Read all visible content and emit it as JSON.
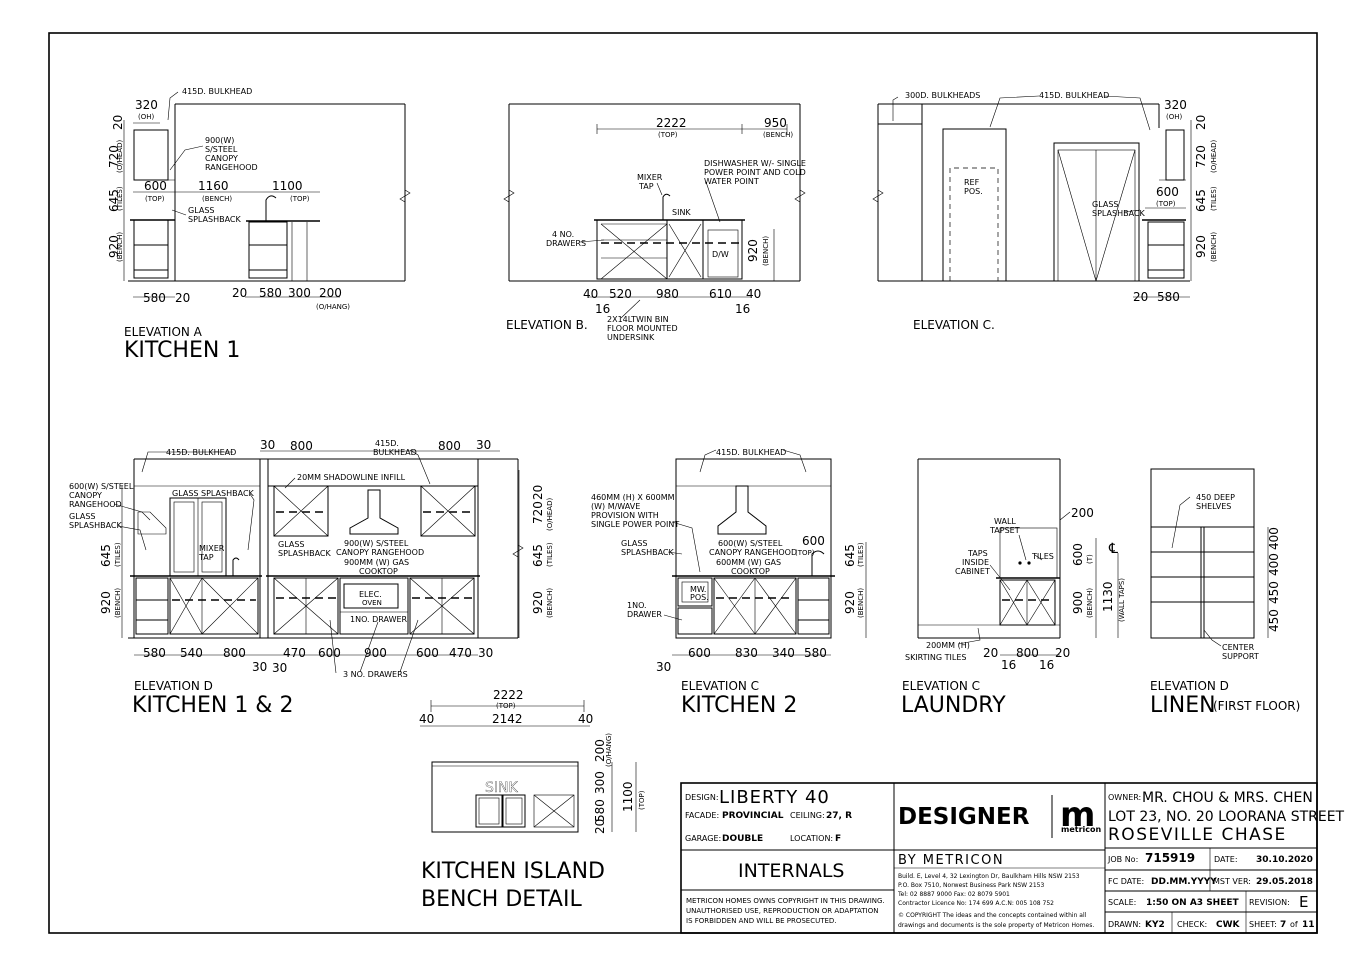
{
  "elev_a": {
    "sub": "ELEVATION A",
    "title": "KITCHEN 1",
    "dims": {
      "d320": "320",
      "oh": "(OH)",
      "d600": "600",
      "top": "(TOP)",
      "d1160": "1160",
      "bench": "(BENCH)",
      "d1100": "1100",
      "top2": "(TOP)",
      "v20": "20",
      "v720": "720",
      "vhead": "(O/HEAD)",
      "v645": "645",
      "vtiles": "(TILES)",
      "v920": "920",
      "vbench": "(BENCH)",
      "b580": "580",
      "b20a": "20",
      "b20b": "20",
      "b580b": "580",
      "b300": "300",
      "b200": "200",
      "ohang": "(O/HANG)"
    },
    "notes": {
      "bulkhead": "415D. BULKHEAD",
      "rh1": "900(W)",
      "rh2": "S/STEEL",
      "rh3": "CANOPY",
      "rh4": "RANGEHOOD",
      "gs1": "GLASS",
      "gs2": "SPLASHBACK"
    }
  },
  "elev_b": {
    "title": "ELEVATION B.",
    "dims": {
      "d2222": "2222",
      "top": "(TOP)",
      "d950": "950",
      "bench": "(BENCH)",
      "v920": "920",
      "vbench": "(BENCH)",
      "b40a": "40",
      "b520": "520",
      "b980": "980",
      "b610": "610",
      "b40b": "40",
      "b16a": "16",
      "b16b": "16"
    },
    "notes": {
      "mixer1": "MIXER",
      "mixer2": "TAP",
      "sink": "SINK",
      "dw1": "DISHWASHER W/- SINGLE",
      "dw2": "POWER POINT AND COLD",
      "dw3": "WATER POINT",
      "dr1": "4 NO.",
      "dr2": "DRAWERS",
      "dw": "D/W",
      "bin1": "2X14LTWIN BIN",
      "bin2": "FLOOR MOUNTED",
      "bin3": "UNDERSINK"
    }
  },
  "elev_c": {
    "title": "ELEVATION C.",
    "dims": {
      "d320": "320",
      "oh": "(OH)",
      "v20": "20",
      "v720": "720",
      "vhead": "(O/HEAD)",
      "d600": "600",
      "top": "(TOP)",
      "v645": "645",
      "vtiles": "(TILES)",
      "v920": "920",
      "vbench": "(BENCH)",
      "b20": "20",
      "b580": "580"
    },
    "notes": {
      "bulk300": "300D. BULKHEADS",
      "bulk415": "415D. BULKHEAD",
      "ref1": "REF",
      "ref2": "POS.",
      "gs1": "GLASS",
      "gs2": "SPLASHBACK"
    }
  },
  "elev_d": {
    "sub": "ELEVATION D",
    "title": "KITCHEN 1 & 2",
    "dims": {
      "t30a": "30",
      "t800a": "800",
      "t800b": "800",
      "t30b": "30",
      "v20": "20",
      "v720": "720",
      "vhead": "(O/HEAD)",
      "v645": "645",
      "vtiles": "(TILES)",
      "v920": "920",
      "vbench": "(BENCH)",
      "lv645": "645",
      "ltiles": "(TILES)",
      "lv920": "920",
      "lbench": "(BENCH)",
      "b580": "580",
      "b540": "540",
      "b800": "800",
      "b30a": "30",
      "b30b": "30",
      "b470a": "470",
      "b600a": "600",
      "b900": "900",
      "b600b": "600",
      "b470b": "470",
      "b30c": "30"
    },
    "notes": {
      "bulk1": "415D. BULKHEAD",
      "bulk2a": "415D.",
      "bulk2b": "BULKHEAD",
      "infill": "20MM SHADOWLINE INFILL",
      "gsb": "GLASS SPLASHBACK",
      "rh1": "600(W) S/STEEL",
      "rh2": "CANOPY",
      "rh3": "RANGEHOOD",
      "gl1": "GLASS",
      "gl2": "SPLASHBACK",
      "mix1": "MIXER",
      "mix2": "TAP",
      "gsr1": "GLASS",
      "gsr2": "SPLASHBACK",
      "crh1": "900(W) S/STEEL",
      "crh2": "CANOPY RANGEHOOD",
      "ck1": "900MM (W) GAS",
      "ck2": "COOKTOP",
      "oven1": "ELEC.",
      "oven2": "OVEN",
      "drawer": "1NO. DRAWER",
      "drawers3": "3 NO. DRAWERS"
    }
  },
  "elev_c2": {
    "sub": "ELEVATION C",
    "title": "KITCHEN 2",
    "dims": {
      "v645": "645",
      "vtiles": "(TILES)",
      "v920": "920",
      "vbench": "(BENCH)",
      "d600": "600",
      "top": "(TOP)",
      "b30": "30",
      "b600": "600",
      "b830": "830",
      "b340": "340",
      "b580": "580"
    },
    "notes": {
      "bulk": "415D. BULKHEAD",
      "mw1": "460MM (H) X 600MM",
      "mw2": "(W) M/WAVE",
      "mw3": "PROVISION WITH",
      "mw4": "SINGLE POWER POINT",
      "gs1": "GLASS",
      "gs2": "SPLASHBACK",
      "rh1": "600(W) S/STEEL",
      "rh2": "CANOPY RANGEHOOD",
      "ck1": "600MM (W) GAS",
      "ck2": "COOKTOP",
      "mwpos1": "MW.",
      "mwpos2": "POS.",
      "dr1": "1NO.",
      "dr2": "DRAWER"
    }
  },
  "laundry": {
    "sub": "ELEVATION C",
    "title": "LAUNDRY",
    "dims": {
      "d200": "200",
      "v600": "600",
      "vt": "(T)",
      "v900": "900",
      "vbench": "(BENCH)",
      "v1130": "1130",
      "vwall": "(WALL TAPS)",
      "b20a": "20",
      "b800": "800",
      "b20b": "20",
      "b16a": "16",
      "b16b": "16"
    },
    "notes": {
      "wall1": "WALL",
      "wall2": "TAPSET",
      "taps1": "TAPS",
      "taps2": "INSIDE",
      "taps3": "CABINET",
      "tiles": "TILES",
      "sk1": "200MM (H)",
      "sk2": "SKIRTING TILES"
    }
  },
  "linen": {
    "sub": "ELEVATION D",
    "title": "LINEN",
    "title_sfx": "(FIRST FLOOR)",
    "dims": {
      "v400a": "400",
      "v400b": "400",
      "v450a": "450",
      "v450b": "450"
    },
    "notes": {
      "sh1": "450 DEEP",
      "sh2": "SHELVES",
      "cs1": "CENTER",
      "cs2": "SUPPORT"
    }
  },
  "island": {
    "title1": "KITCHEN ISLAND",
    "title2": "BENCH DETAIL",
    "dims": {
      "d2222": "2222",
      "top": "(TOP)",
      "d40a": "40",
      "d2142": "2142",
      "d40b": "40",
      "v200": "200",
      "vohang": "(O/HANG)",
      "v300": "300",
      "v580": "580",
      "v20": "20",
      "v1100": "1100",
      "vtop": "(TOP)"
    },
    "sink": "SINK"
  },
  "title_block": {
    "design_lbl": "DESIGN:",
    "design_val": "LIBERTY 40",
    "facade_lbl": "FACADE:",
    "facade_val": "PROVINCIAL",
    "ceiling_lbl": "CEILING:",
    "ceiling_val": "27, R",
    "garage_lbl": "GARAGE:",
    "garage_val": "DOUBLE",
    "location_lbl": "LOCATION:",
    "location_val": "F",
    "internals": "INTERNALS",
    "copy1": "METRICON HOMES OWNS COPYRIGHT IN THIS DRAWING.",
    "copy2": "UNAUTHORISED USE, REPRODUCTION OR ADAPTATION",
    "copy3": "IS FORBIDDEN AND WILL BE PROSECUTED.",
    "designer": "DESIGNER",
    "logo_m": "m",
    "logo_word": "metricon",
    "by": "BY METRICON",
    "addr1": "Build. E, Level 4, 32 Lexington Dr, Baulkham Hills NSW 2153",
    "addr2": "P.O. Box 7510, Norwest Business Park NSW 2153",
    "addr3": "Tel: 02 8887 9000     Fax: 02 8079 5901",
    "addr4": "Contractor Licence No: 174 699 A.C.N: 005 108 752",
    "addr5": "© COPYRIGHT The ideas and the concepts contained within all",
    "addr6": "drawings and documents is the sole property of Metricon Homes.",
    "owner_lbl": "OWNER:",
    "owner_val": "MR. CHOU & MRS. CHEN",
    "lot": "LOT 23, NO. 20 LOORANA STREET",
    "suburb": "ROSEVILLE CHASE",
    "job_lbl": "JOB No:",
    "job_val": "715919",
    "date_lbl": "DATE:",
    "date_val": "30.10.2020",
    "fc_lbl": "FC DATE:",
    "fc_val": "DD.MM.YYYY",
    "mst_lbl": "MST VER:",
    "mst_val": "29.05.2018",
    "scale_lbl": "SCALE:",
    "scale_val": "1:50 ON A3 SHEET",
    "rev_lbl": "REVISION:",
    "rev_val": "E",
    "drawn_lbl": "DRAWN:",
    "drawn_val": "KY2",
    "check_lbl": "CHECK:",
    "check_val": "CWK",
    "sheet_lbl": "SHEET:",
    "sheet_val": "7",
    "sheet_of": "of",
    "sheet_total": "11"
  }
}
